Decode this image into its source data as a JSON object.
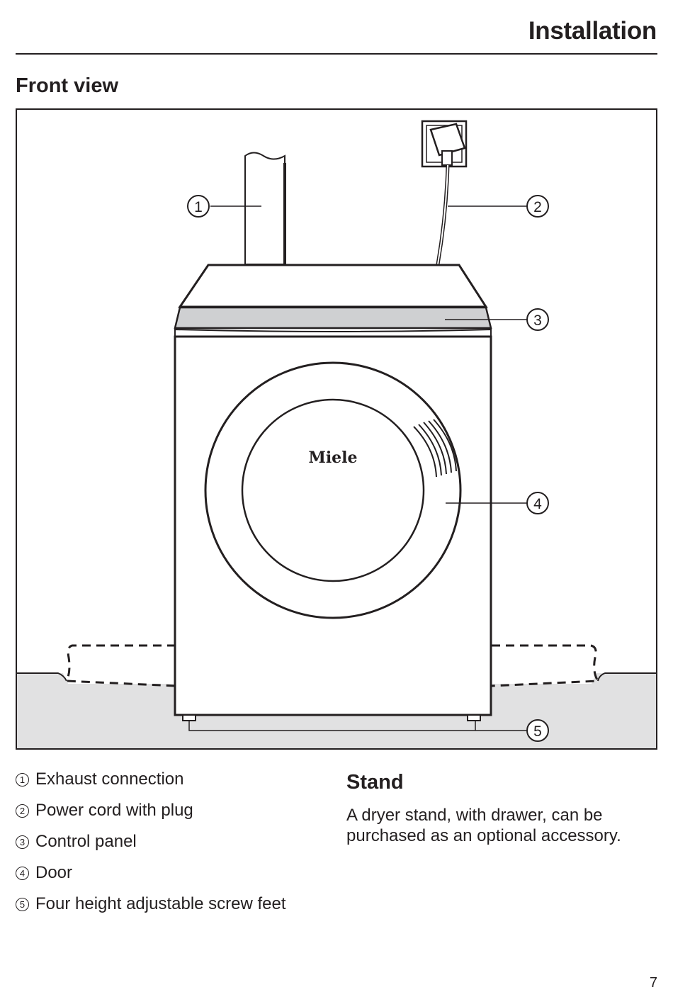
{
  "header": {
    "title": "Installation"
  },
  "section": {
    "title": "Front view"
  },
  "figure": {
    "brand": "Miele",
    "callouts": [
      {
        "number": "1",
        "label": "Exhaust connection"
      },
      {
        "number": "2",
        "label": "Power cord with plug"
      },
      {
        "number": "3",
        "label": "Control panel"
      },
      {
        "number": "4",
        "label": "Door"
      },
      {
        "number": "5",
        "label": "Four height adjustable screw feet"
      }
    ]
  },
  "aside": {
    "title": "Stand",
    "text": "A dryer stand, with drawer, can be purchased as an optional accessory."
  },
  "footer": {
    "page_number": "7"
  }
}
